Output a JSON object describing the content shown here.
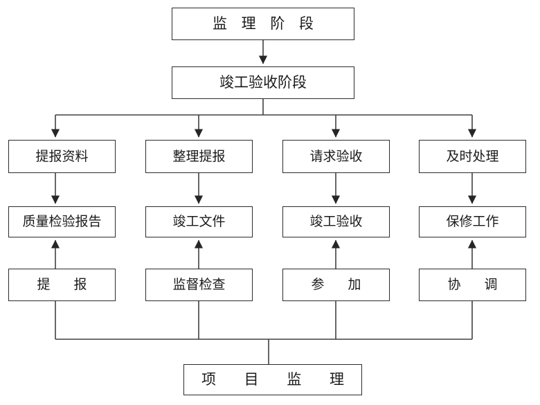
{
  "diagram": {
    "title_stage": "监 理 阶 段",
    "stage2": "竣工验收阶段",
    "footer": "项 目 监 理",
    "colors": {
      "background": "#ffffff",
      "box_border": "#2b2b2b",
      "connector": "#404040",
      "text": "#1a1a1a"
    },
    "columns": [
      {
        "row2": "提报资料",
        "row3": "质量检验报告",
        "row4": "提  报"
      },
      {
        "row2": "整理提报",
        "row3": "竣工文件",
        "row4": "监督检查"
      },
      {
        "row2": "请求验收",
        "row3": "竣工验收",
        "row4": "参  加"
      },
      {
        "row2": "及时处理",
        "row3": "保修工作",
        "row4": "协  调"
      }
    ]
  }
}
